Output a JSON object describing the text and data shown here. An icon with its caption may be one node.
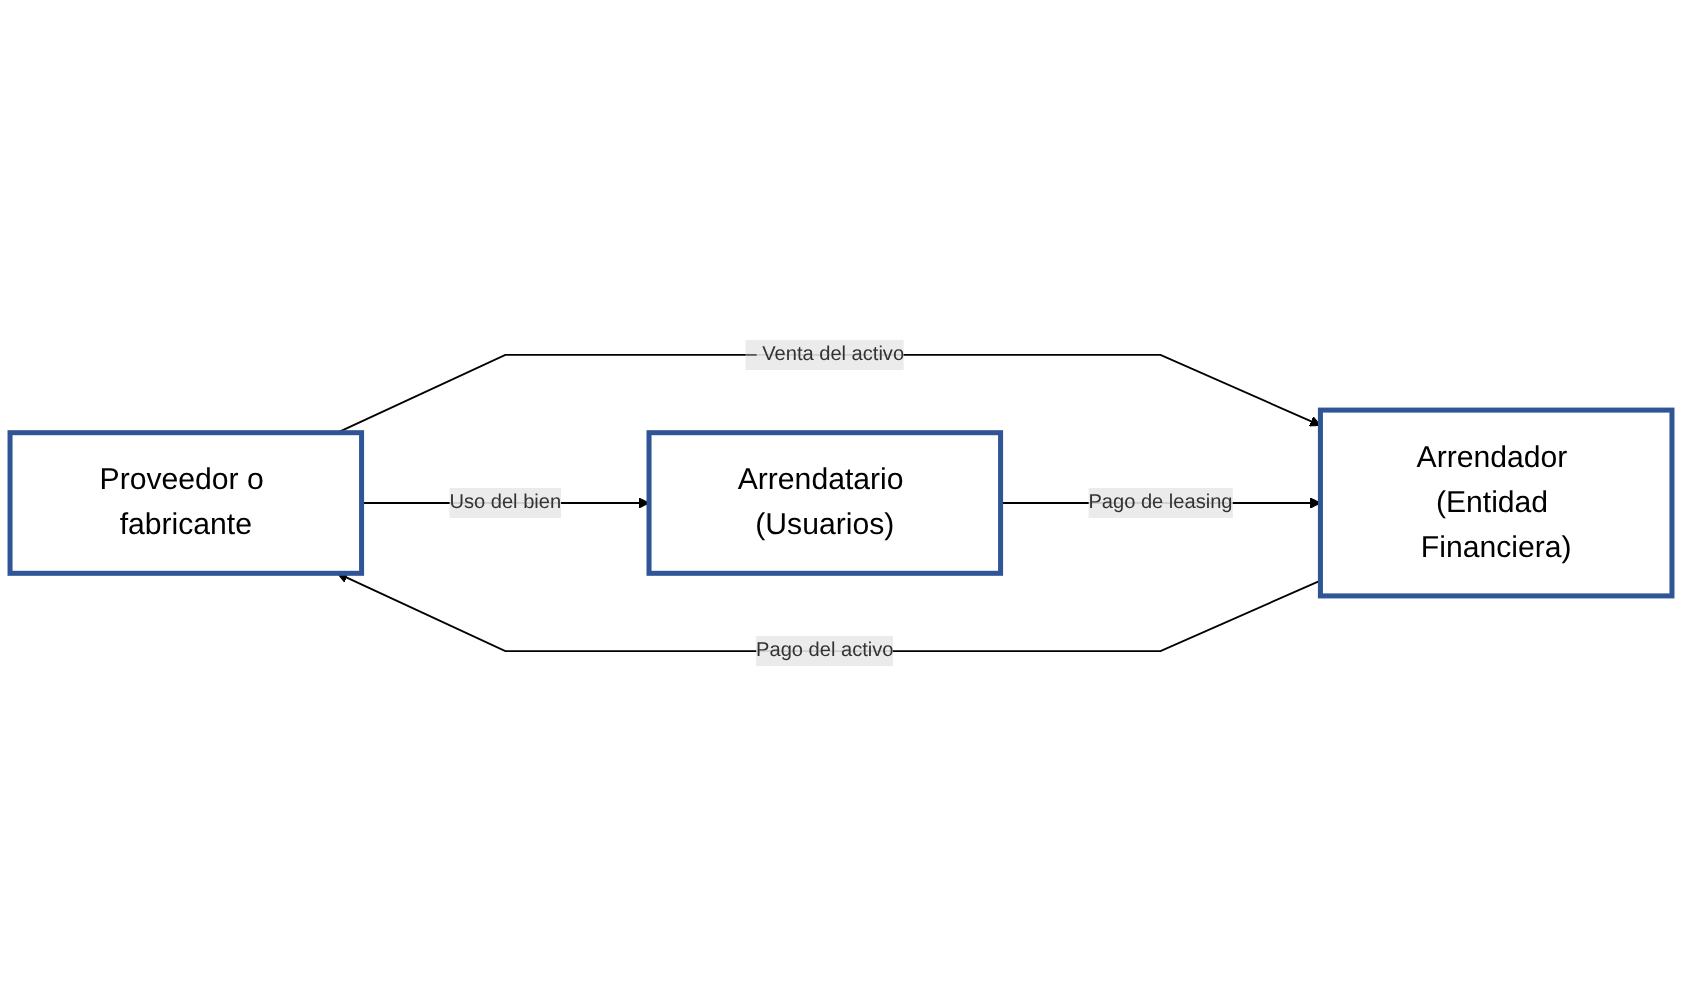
{
  "diagram": {
    "nodes": [
      {
        "text": [
          "Proveedor o fabricante"
        ]
      },
      {
        "text": [
          "Arrendador (Entidad Financiera)"
        ]
      },
      {
        "text": [
          "Arrendatario (Usuarios)"
        ]
      }
    ],
    "edges": [
      {
        "from": 0,
        "to": 1,
        "arrow": "to",
        "label": "– Venta del activo"
      },
      {
        "from": 1,
        "to": 0,
        "arrow": "to",
        "label": "Pago del activo"
      },
      {
        "from": 0,
        "to": 2,
        "arrow": "to",
        "label": "Uso del bien"
      },
      {
        "from": 2,
        "to": 1,
        "arrow": "to",
        "label": "Pago de leasing"
      }
    ]
  }
}
